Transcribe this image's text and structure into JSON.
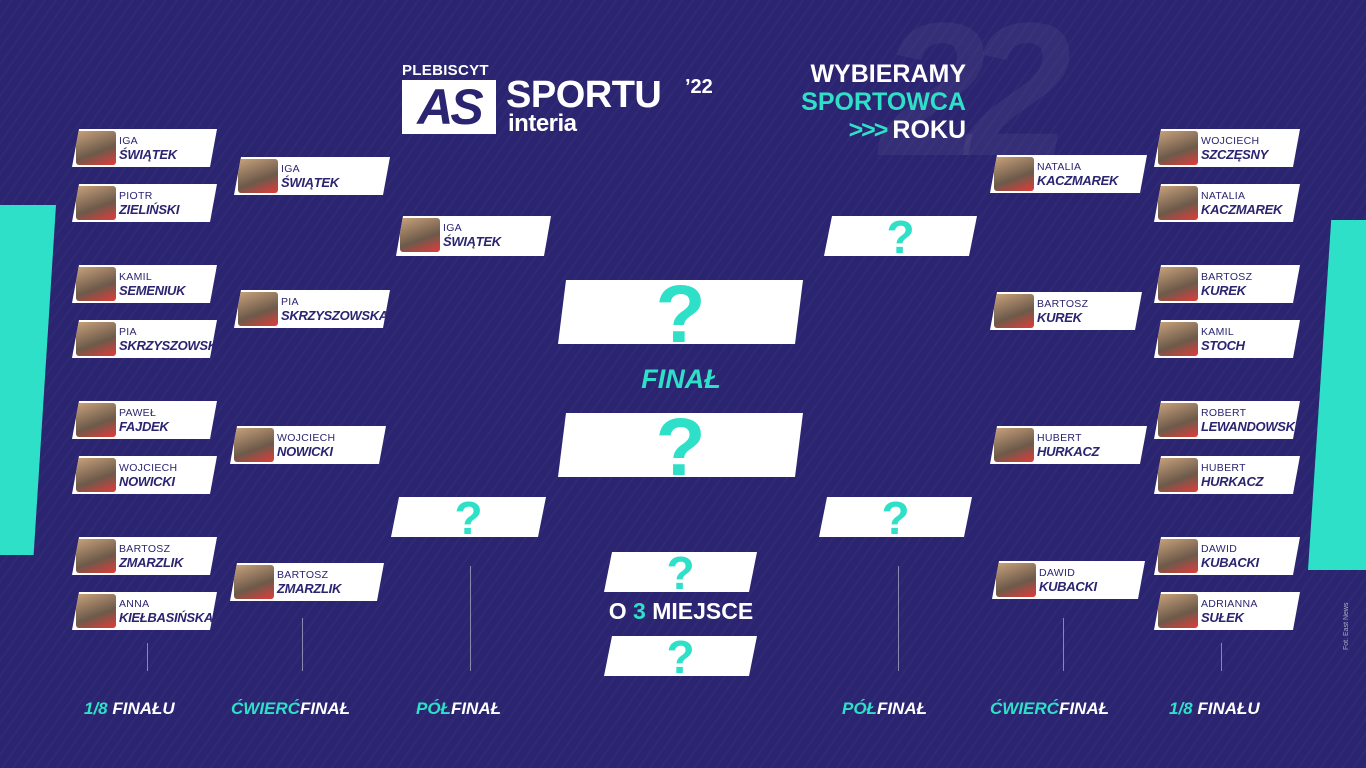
{
  "header": {
    "plebiscyt": "PLEBISCYT",
    "as": "AS",
    "sportu": "SPORTU",
    "year_mark": "’22",
    "interia": "interia",
    "wybieramy": "WYBIERAMY",
    "sportowca": "SPORTOWCA",
    "arrows": ">>>",
    "roku": "ROKU",
    "watermark_year": "22"
  },
  "left": {
    "r16": [
      {
        "first": "IGA",
        "last": "ŚWIĄTEK"
      },
      {
        "first": "PIOTR",
        "last": "ZIELIŃSKI"
      },
      {
        "first": "KAMIL",
        "last": "SEMENIUK"
      },
      {
        "first": "PIA",
        "last": "SKRZYSZOWSKA"
      },
      {
        "first": "PAWEŁ",
        "last": "FAJDEK"
      },
      {
        "first": "WOJCIECH",
        "last": "NOWICKI"
      },
      {
        "first": "BARTOSZ",
        "last": "ZMARZLIK"
      },
      {
        "first": "ANNA",
        "last": "KIEŁBASIŃSKA"
      }
    ],
    "qf": [
      {
        "first": "IGA",
        "last": "ŚWIĄTEK"
      },
      {
        "first": "PIA",
        "last": "SKRZYSZOWSKA"
      },
      {
        "first": "WOJCIECH",
        "last": "NOWICKI"
      },
      {
        "first": "BARTOSZ",
        "last": "ZMARZLIK"
      }
    ],
    "sf": [
      {
        "first": "IGA",
        "last": "ŚWIĄTEK"
      },
      {
        "unknown": "?"
      }
    ]
  },
  "right": {
    "r16": [
      {
        "first": "WOJCIECH",
        "last": "SZCZĘSNY"
      },
      {
        "first": "NATALIA",
        "last": "KACZMAREK"
      },
      {
        "first": "BARTOSZ",
        "last": "KUREK"
      },
      {
        "first": "KAMIL",
        "last": "STOCH"
      },
      {
        "first": "ROBERT",
        "last": "LEWANDOWSKI"
      },
      {
        "first": "HUBERT",
        "last": "HURKACZ"
      },
      {
        "first": "DAWID",
        "last": "KUBACKI"
      },
      {
        "first": "ADRIANNA",
        "last": "SUŁEK"
      }
    ],
    "qf": [
      {
        "first": "NATALIA",
        "last": "KACZMAREK"
      },
      {
        "first": "BARTOSZ",
        "last": "KUREK"
      },
      {
        "first": "HUBERT",
        "last": "HURKACZ"
      },
      {
        "first": "DAWID",
        "last": "KUBACKI"
      }
    ],
    "sf": [
      {
        "unknown": "?"
      },
      {
        "unknown": "?"
      }
    ]
  },
  "center": {
    "final_top": "?",
    "final_label": "FINAŁ",
    "final_bottom": "?",
    "third_top": "?",
    "third_label_pre": "O",
    "third_label_num": "3",
    "third_label_post": "MIEJSCE",
    "third_bottom": "?"
  },
  "rounds": {
    "r16_num": "1/8",
    "r16_word": "FINAŁU",
    "qf_hl": "ĆWIERĆ",
    "qf_rest": "FINAŁ",
    "sf_hl": "PÓŁ",
    "sf_rest": "FINAŁ"
  },
  "credit": "Fot. East News",
  "colors": {
    "background": "#2b2470",
    "accent": "#2fe0c8",
    "card": "#ffffff"
  }
}
